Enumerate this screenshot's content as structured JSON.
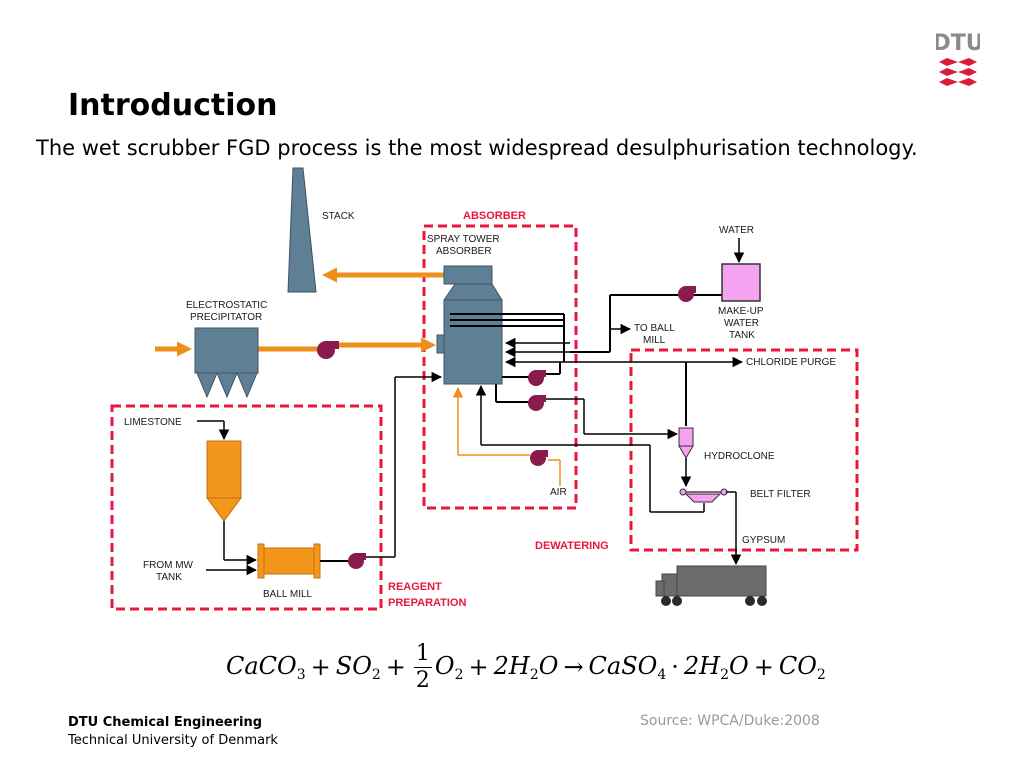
{
  "logo": {
    "text": "DTU",
    "color": "#d81e3a"
  },
  "slide": {
    "title": "Introduction",
    "subtitle": "The wet scrubber FGD process is the most widespread desulphurisation technology."
  },
  "diagram": {
    "colors": {
      "duct": "#ee8f1b",
      "vessel": "#5f7f94",
      "pump": "#8b1a4d",
      "tank": "#f5a2f1",
      "silo": "#f2961c",
      "dashed": "#e8173e",
      "truck": "#6b6b6b"
    },
    "labels": {
      "stack": "STACK",
      "esp_1": "ELECTROSTATIC",
      "esp_2": "PRECIPITATOR",
      "spray_1": "SPRAY TOWER",
      "spray_2": "ABSORBER",
      "water": "WATER",
      "makeup_1": "MAKE-UP",
      "makeup_2": "WATER",
      "makeup_3": "TANK",
      "toball_1": "TO BALL",
      "toball_2": "MILL",
      "chloride": "CHLORIDE PURGE",
      "hydroclone": "HYDROCLONE",
      "beltfilter": "BELT FILTER",
      "gypsum": "GYPSUM",
      "air": "AIR",
      "limestone": "LIMESTONE",
      "frommw_1": "FROM MW",
      "frommw_2": "TANK",
      "ballmill": "BALL MILL"
    },
    "sections": {
      "absorber": "ABSORBER",
      "dewatering": "DEWATERING",
      "reagent_1": "REAGENT",
      "reagent_2": "PREPARATION"
    }
  },
  "equation": {
    "caco": "CaCO",
    "caco_sub": "3",
    "plus1": "+",
    "so": "SO",
    "so_sub": "2",
    "plus2": "+",
    "num": "1",
    "den": "2",
    "o2": "O",
    "o2_sub": "2",
    "plus3": "+",
    "h2o_coef": "2H",
    "h2o_sub": "2",
    "h2o_o": "O",
    "arrow": "→",
    "caso": "CaSO",
    "caso_sub": "4",
    "dot": "·",
    "h2o2_coef": "2H",
    "h2o2_sub": "2",
    "h2o2_o": "O",
    "plus4": "+",
    "co": "CO",
    "co_sub": "2"
  },
  "footer": {
    "org": "DTU Chemical Engineering",
    "univ": "Technical University of Denmark",
    "source": "Source: WPCA/Duke:2008"
  }
}
